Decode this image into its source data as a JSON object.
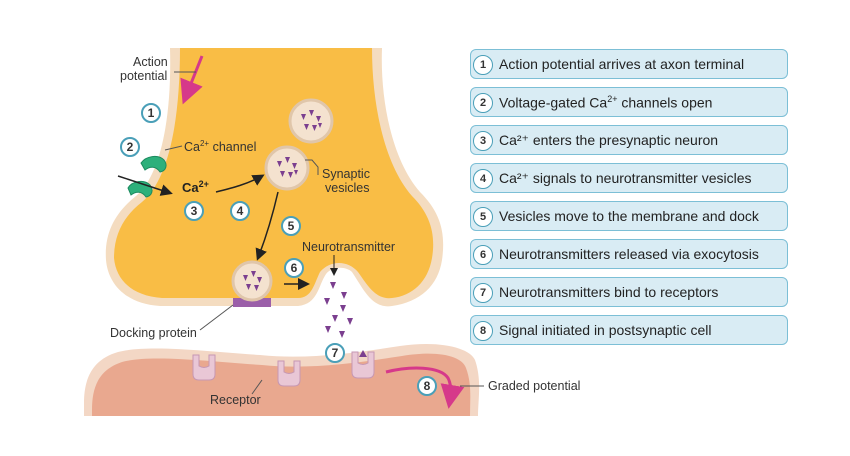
{
  "labels": {
    "action_potential_line1": "Action",
    "action_potential_line2": "potential",
    "ca_channel": "Ca",
    "ca_channel_sup": "2+",
    "ca_channel_suffix": " channel",
    "ca_ion": "Ca",
    "ca_ion_sup": "2+",
    "synaptic_vesicles_line1": "Synaptic",
    "synaptic_vesicles_line2": "vesicles",
    "neurotransmitter": "Neurotransmitter",
    "docking_protein": "Docking protein",
    "receptor": "Receptor",
    "graded_potential": "Graded potential"
  },
  "markers": [
    "1",
    "2",
    "3",
    "4",
    "5",
    "6",
    "7",
    "8"
  ],
  "steps": [
    {
      "num": "1",
      "text": "Action potential arrives at axon terminal"
    },
    {
      "num": "2",
      "pre": "Voltage-gated Ca",
      "sup": "2+",
      "post": " channels open"
    },
    {
      "num": "3",
      "text": "Ca²⁺ enters the presynaptic neuron"
    },
    {
      "num": "4",
      "text": "Ca²⁺ signals to neurotransmitter vesicles"
    },
    {
      "num": "5",
      "text": "Vesicles move to the membrane and dock"
    },
    {
      "num": "6",
      "text": "Neurotransmitters released via exocytosis"
    },
    {
      "num": "7",
      "text": "Neurotransmitters bind to receptors"
    },
    {
      "num": "8",
      "text": "Signal initiated in postsynaptic cell"
    }
  ],
  "colors": {
    "terminal_fill": "#f9bd45",
    "terminal_outline": "#f4dcc0",
    "postsynaptic_fill": "#e9a88f",
    "vesicle_fill": "#f4e2cf",
    "neurotransmitter": "#7b3f8f",
    "channel": "#2db07b",
    "arrow_pink": "#d6398a",
    "badge_border": "#4a9fb8",
    "step_fill": "#d9ecf4"
  }
}
